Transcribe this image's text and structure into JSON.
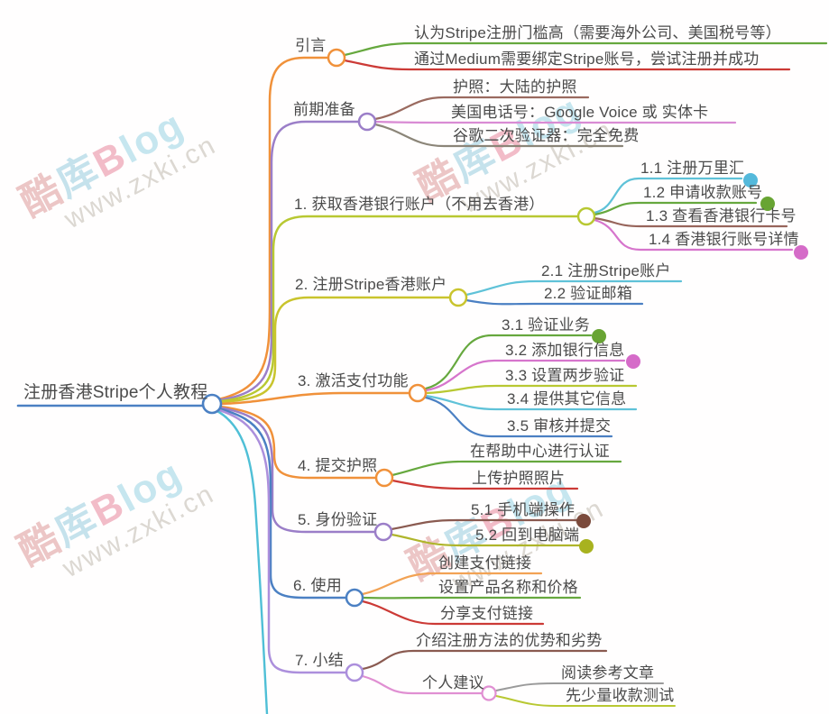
{
  "root": {
    "label": "注册香港Stripe个人教程",
    "color": "#4B80C3"
  },
  "branches": [
    {
      "label": "引言",
      "color": "#F0913A",
      "children": [
        {
          "label": "认为Stripe注册门槛高（需要海外公司、美国税号等）",
          "color": "#66A83E"
        },
        {
          "label": "通过Medium需要绑定Stripe账号，尝试注册并成功",
          "color": "#CC3A36"
        }
      ]
    },
    {
      "label": "前期准备",
      "color": "#9B7EC8",
      "children": [
        {
          "label": "护照：大陆的护照",
          "color": "#9A6A5F"
        },
        {
          "label": "美国电话号：Google Voice 或 实体卡",
          "color": "#D98BD4"
        },
        {
          "label": "谷歌二次验证器：完全免费",
          "color": "#8B8578"
        }
      ]
    },
    {
      "label": "1. 获取香港银行账户（不用去香港）",
      "color": "#B8C832",
      "children": [
        {
          "label": "1.1 注册万里汇",
          "color": "#5FC2D8",
          "marker": "#54B9DB"
        },
        {
          "label": "1.2 申请收款账号",
          "color": "#66A83E",
          "marker": "#68A433"
        },
        {
          "label": "1.3 查看香港银行卡号",
          "color": "#97655B"
        },
        {
          "label": "1.4 香港银行账号详情",
          "color": "#D675CC",
          "marker": "#D56BC8"
        }
      ]
    },
    {
      "label": "2. 注册Stripe香港账户",
      "color": "#C9C42D",
      "children": [
        {
          "label": "2.1 注册Stripe账户",
          "color": "#5FC2D8"
        },
        {
          "label": "2.2 验证邮箱",
          "color": "#4B80C3"
        }
      ]
    },
    {
      "label": "3. 激活支付功能",
      "color": "#F0913A",
      "children": [
        {
          "label": "3.1 验证业务",
          "color": "#66A83E",
          "marker": "#68A433"
        },
        {
          "label": "3.2 添加银行信息",
          "color": "#D675CC",
          "marker": "#D56BC8"
        },
        {
          "label": "3.3 设置两步验证",
          "color": "#B8C832"
        },
        {
          "label": "3.4 提供其它信息",
          "color": "#5FC2D8"
        },
        {
          "label": "3.5 审核并提交",
          "color": "#4B80C3"
        }
      ]
    },
    {
      "label": "4. 提交护照",
      "color": "#F0913A",
      "children": [
        {
          "label": "在帮助中心进行认证",
          "color": "#66A83E"
        },
        {
          "label": "上传护照照片",
          "color": "#CC3A36"
        }
      ]
    },
    {
      "label": "5. 身份验证",
      "color": "#9B7EC8",
      "children": [
        {
          "label": "5.1 手机端操作",
          "color": "#8A5A50",
          "marker": "#7B4A3C"
        },
        {
          "label": "5.2 回到电脑端",
          "color": "#AFB52B",
          "marker": "#A8B21F"
        }
      ]
    },
    {
      "label": "6. 使用",
      "color": "#4B80C3",
      "children": [
        {
          "label": "创建支付链接",
          "color": "#F2A254"
        },
        {
          "label": "设置产品名称和价格",
          "color": "#66A83E"
        },
        {
          "label": "分享支付链接",
          "color": "#CC3A36"
        }
      ]
    },
    {
      "label": "7. 小结",
      "color": "#AC8FDC",
      "children": [
        {
          "label": "介绍注册方法的优势和劣势",
          "color": "#8A5A50"
        },
        {
          "label": "个人建议",
          "color": "#E08FD2",
          "children": [
            {
              "label": "阅读参考文章",
              "color": "#9A9A9A"
            },
            {
              "label": "先少量收款测试",
              "color": "#B8C832"
            }
          ]
        }
      ]
    }
  ],
  "offscreen_branch": {
    "color": "#4FBFD6"
  },
  "watermark": {
    "part1": "酷",
    "part2": "库",
    "part3": "B",
    "part4": "log",
    "url": "www.zxki.cn"
  }
}
